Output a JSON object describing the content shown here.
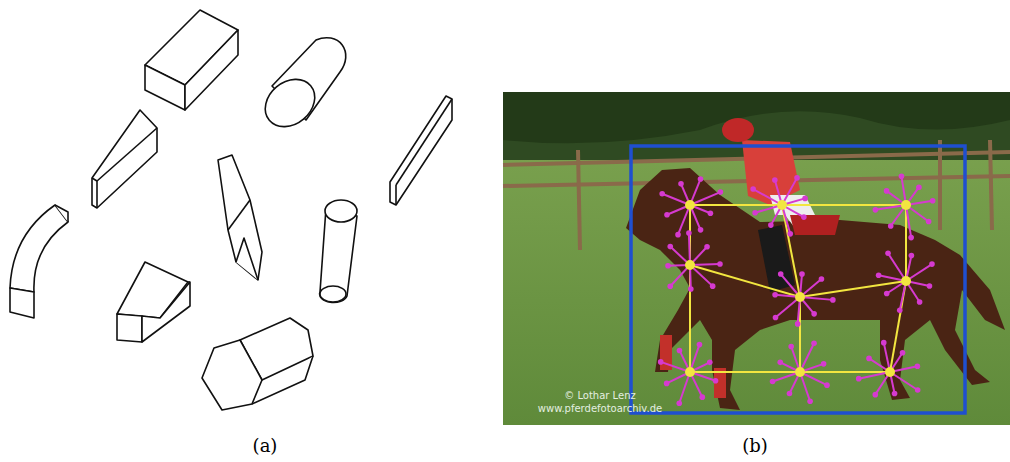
{
  "diagram": {
    "labels": [
      "(a)",
      "(b)",
      "© Lothar Lenz",
      "www.pferdefotoarchiv.de"
    ]
  }
}
